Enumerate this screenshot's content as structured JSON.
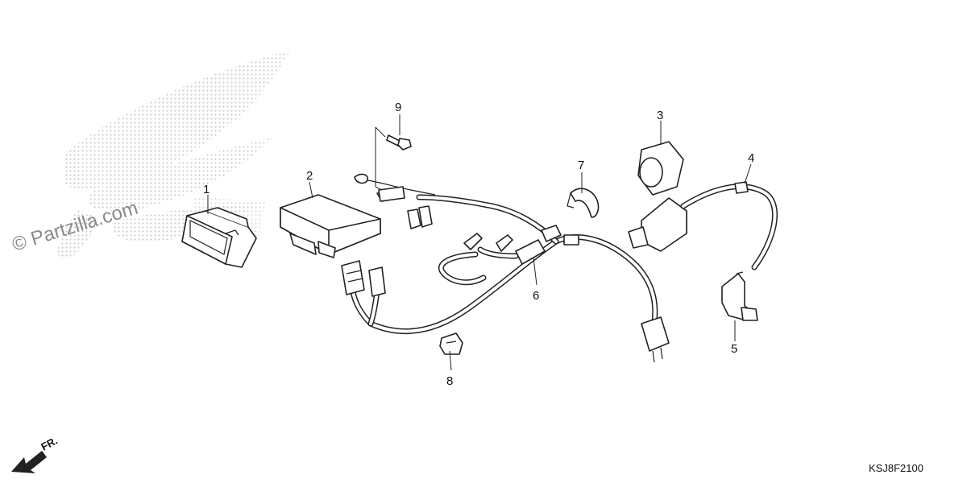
{
  "watermark": "© Partzilla.com",
  "diagram_code": "KSJ8F2100",
  "front_label": "FR.",
  "callouts": [
    {
      "id": "1",
      "label": "1"
    },
    {
      "id": "2",
      "label": "2"
    },
    {
      "id": "3",
      "label": "3"
    },
    {
      "id": "4",
      "label": "4"
    },
    {
      "id": "5",
      "label": "5"
    },
    {
      "id": "6",
      "label": "6"
    },
    {
      "id": "7",
      "label": "7"
    },
    {
      "id": "8",
      "label": "8"
    },
    {
      "id": "9",
      "label": "9"
    }
  ],
  "colors": {
    "ink": "#222222",
    "wing_dots": "#c8c8c8",
    "watermark": "#8a8a8a"
  },
  "icons": {
    "wing_logo": "wing-logo-icon",
    "front_arrow": "front-arrow-icon"
  }
}
